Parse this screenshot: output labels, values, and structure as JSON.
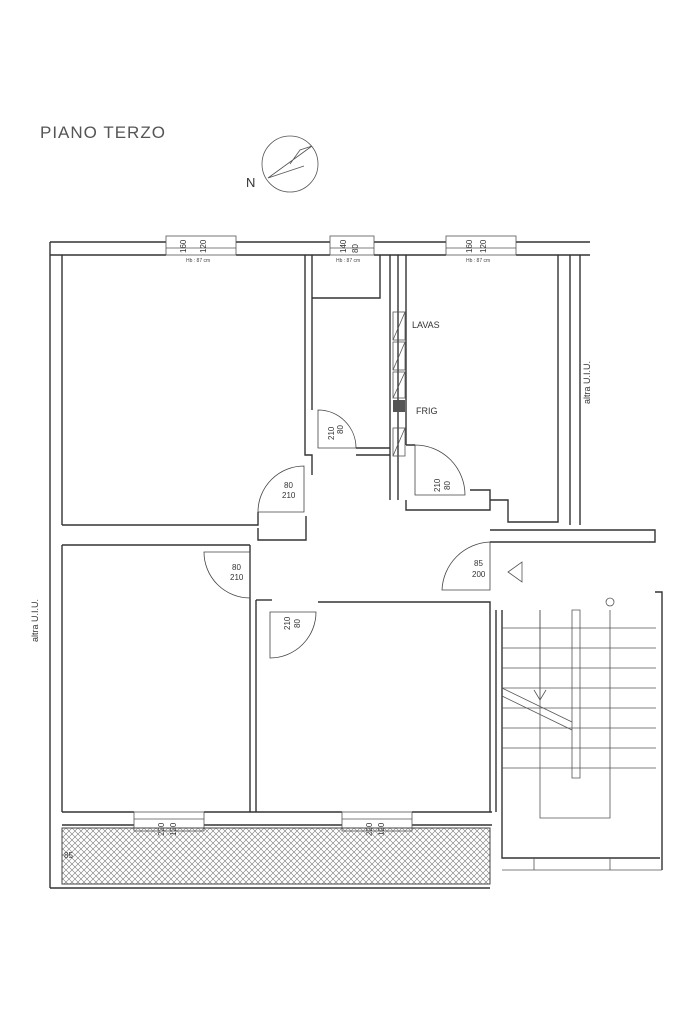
{
  "title": "PIANO TERZO",
  "compass": {
    "label": "N"
  },
  "labels": {
    "lavas": "LAVAS",
    "frig": "FRIG",
    "other_unit_right": "altra U.I.U.",
    "other_unit_left": "altra U.I.U."
  },
  "windows": [
    {
      "w": "160",
      "h": "120",
      "note": "Hb : 87 cm"
    },
    {
      "w": "140",
      "h": "80",
      "note": "Hb : 87 cm"
    },
    {
      "w": "160",
      "h": "120",
      "note": "Hb : 87 cm"
    },
    {
      "w": "220",
      "h": "120"
    },
    {
      "w": "220",
      "h": "120"
    }
  ],
  "doors": [
    {
      "w": "80",
      "h": "210"
    },
    {
      "w": "80",
      "h": "210"
    },
    {
      "w": "80",
      "h": "210"
    },
    {
      "w": "80",
      "h": "210"
    },
    {
      "w": "80",
      "h": "210"
    },
    {
      "w": "85",
      "h": "200"
    }
  ],
  "balcony": {
    "depth": "85"
  }
}
